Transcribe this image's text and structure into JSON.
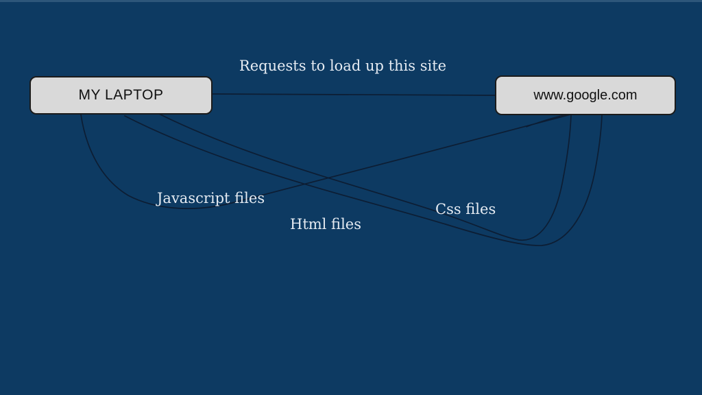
{
  "colors": {
    "background": "#0d3a62",
    "top_strip": "#2d567a",
    "connector": "#0d1d33",
    "node_fill": "#d9d9d9",
    "node_border": "#1b1b1b",
    "node_text": "#111111",
    "label_text": "#e5ebf2"
  },
  "diagram": {
    "nodes": [
      {
        "id": "laptop",
        "label": "MY LAPTOP"
      },
      {
        "id": "google",
        "label": "www.google.com"
      }
    ],
    "connection_labels": [
      {
        "id": "requests",
        "text": "Requests to load up this site"
      },
      {
        "id": "javascript",
        "text": "Javascript files"
      },
      {
        "id": "html",
        "text": "Html files"
      },
      {
        "id": "css",
        "text": "Css files"
      }
    ],
    "connections": [
      {
        "from": "MY LAPTOP",
        "to": "www.google.com",
        "label": "Requests to load up this site",
        "shape": "straight"
      },
      {
        "from": "www.google.com",
        "to": "MY LAPTOP",
        "label": "Javascript files",
        "shape": "curve"
      },
      {
        "from": "www.google.com",
        "to": "MY LAPTOP",
        "label": "Html files",
        "shape": "curve"
      },
      {
        "from": "www.google.com",
        "to": "MY LAPTOP",
        "label": "Css files",
        "shape": "curve"
      }
    ]
  }
}
